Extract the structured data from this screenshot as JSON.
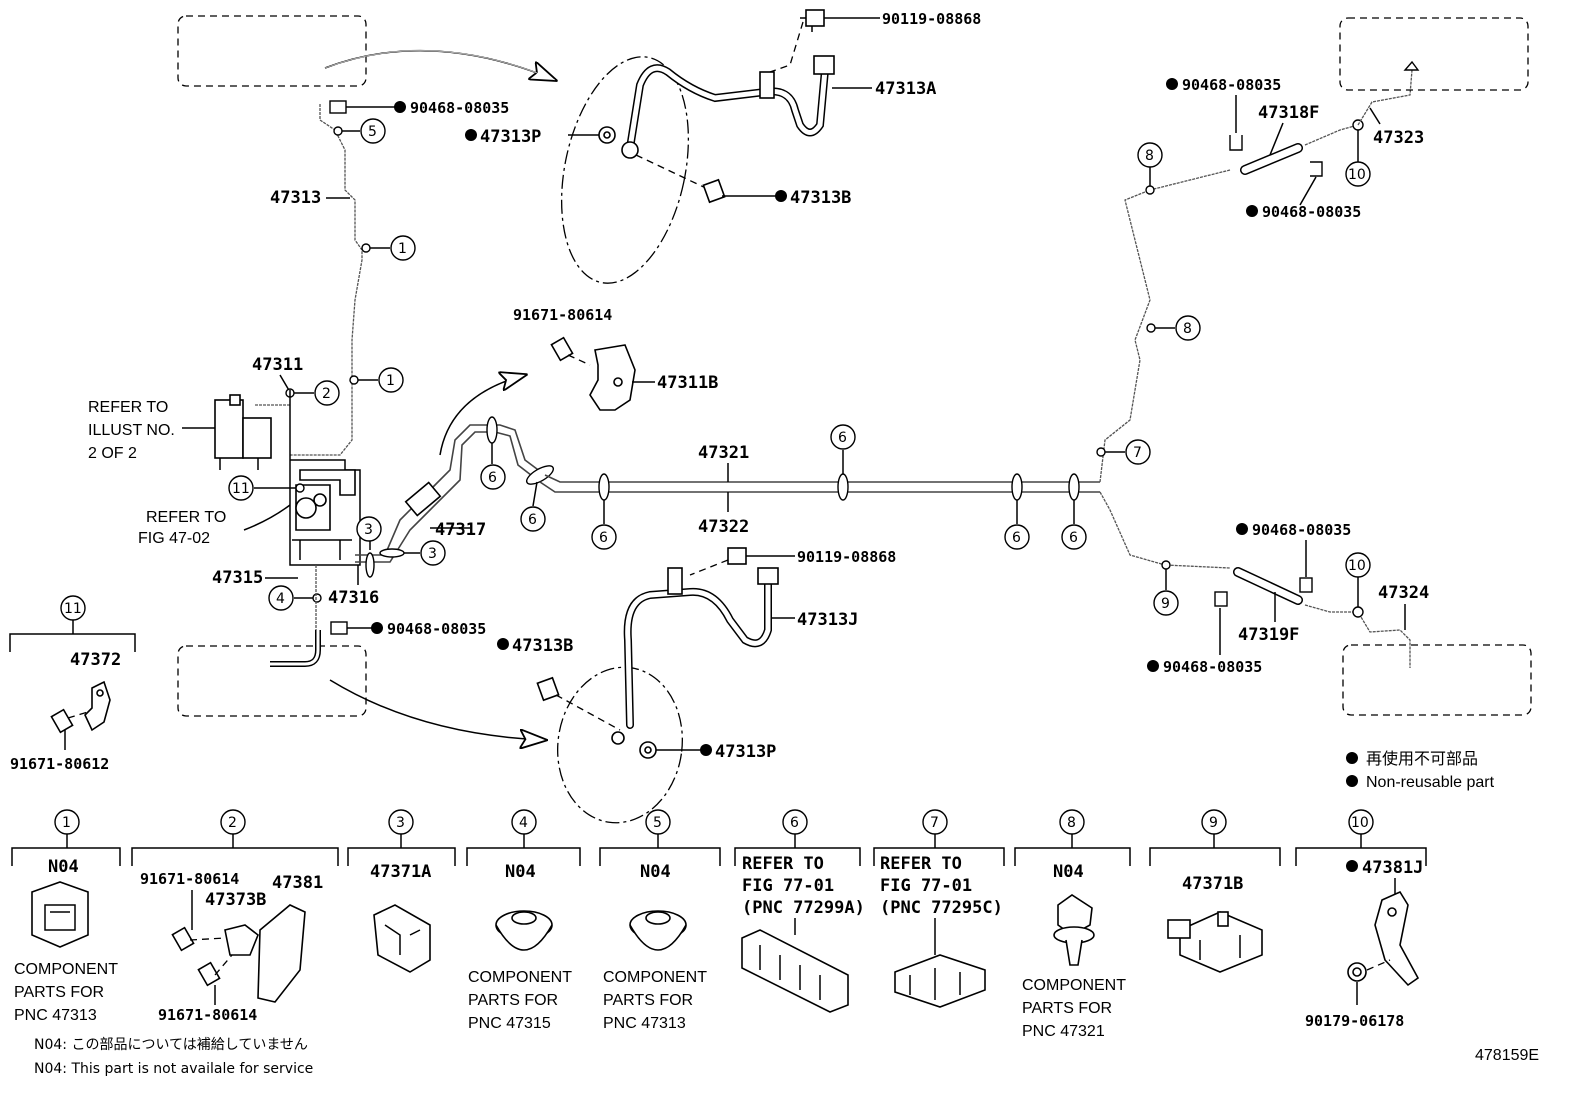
{
  "labels": {
    "p90119_top": "90119-08868",
    "p47313A": "47313A",
    "p90468_tl": "90468-08035",
    "p47313P_top": "47313P",
    "p47313B_top": "47313B",
    "p47313": "47313",
    "p91671_80614": "91671-80614",
    "p47311B": "47311B",
    "p47311": "47311",
    "refer_illust_1": "REFER TO",
    "refer_illust_2": "ILLUST NO.",
    "refer_illust_3": "2 OF 2",
    "refer_fig_1": "REFER TO",
    "refer_fig_2": "FIG 47-02",
    "p47321": "47321",
    "p47322": "47322",
    "p47317": "47317",
    "p47315": "47315",
    "p47316": "47316",
    "p90468_ml": "90468-08035",
    "p47313B_bot": "47313B",
    "p90119_bot": "90119-08868",
    "p47313J": "47313J",
    "p47313P_bot": "47313P",
    "p90468_tr1": "90468-08035",
    "p47318F": "47318F",
    "p47323": "47323",
    "p90468_tr2": "90468-08035",
    "p90468_mr1": "90468-08035",
    "p47324": "47324",
    "p47319F": "47319F",
    "p90468_mr2": "90468-08035",
    "p47372": "47372",
    "p91671_80612": "91671-80612",
    "legend_jp": "再使用不可部品",
    "legend_en": "Non-reusable part",
    "diagram_id": "478159E"
  },
  "callouts": [
    "1",
    "2",
    "3",
    "4",
    "5",
    "6",
    "7",
    "8",
    "9",
    "10",
    "11"
  ],
  "details": {
    "d1": {
      "num": "1",
      "code": "N04",
      "note1": "COMPONENT",
      "note2": "PARTS FOR",
      "note3": "PNC 47313"
    },
    "d2": {
      "num": "2",
      "a": "91671-80614",
      "b": "47381",
      "c": "47373B",
      "d": "91671-80614"
    },
    "d3": {
      "num": "3",
      "a": "47371A"
    },
    "d4": {
      "num": "4",
      "code": "N04",
      "note1": "COMPONENT",
      "note2": "PARTS FOR",
      "note3": "PNC 47315"
    },
    "d5": {
      "num": "5",
      "code": "N04",
      "note1": "COMPONENT",
      "note2": "PARTS FOR",
      "note3": "PNC 47313"
    },
    "d6": {
      "num": "6",
      "r1": "REFER TO",
      "r2": "FIG 77-01",
      "r3": "(PNC 77299A)"
    },
    "d7": {
      "num": "7",
      "r1": "REFER TO",
      "r2": "FIG 77-01",
      "r3": "(PNC 77295C)"
    },
    "d8": {
      "num": "8",
      "code": "N04",
      "note1": "COMPONENT",
      "note2": "PARTS FOR",
      "note3": "PNC 47321"
    },
    "d9": {
      "num": "9",
      "a": "47371B"
    },
    "d10": {
      "num": "10",
      "a": "47381J",
      "b": "90179-06178"
    }
  },
  "footnotes": {
    "jp": "N04: この部品については補給していません",
    "en": "N04: This part is not availale for service"
  }
}
